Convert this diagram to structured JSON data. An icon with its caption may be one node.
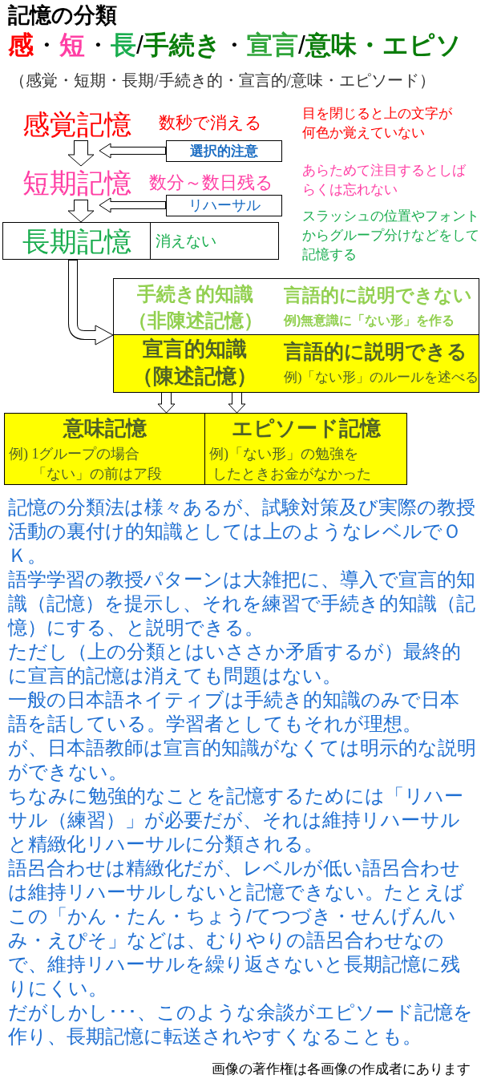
{
  "diagram": {
    "title": "記憶の分類",
    "nodes": [
      {
        "text": [
          "感覚記憶"
        ]
      },
      {
        "text": [
          "選択的注意"
        ]
      },
      {
        "text": [
          "短期記憶"
        ]
      },
      {
        "text": [
          "リハーサル"
        ]
      },
      {
        "text": [
          "長期記憶",
          "消えない"
        ]
      },
      {
        "text": [],
        "shape": "box"
      },
      {
        "text": [
          "手続き的知識（非陳述記憶）",
          "言語的に説明できない",
          "例)無意識に「ない形」を作る"
        ],
        "in": 5
      },
      {
        "text": [
          "宣言的知識（陳述記憶）",
          "言語的に説明できる",
          "例)「ない形」のルールを述べる"
        ],
        "in": 5
      },
      {
        "text": [
          "意味記憶",
          "例) 1グループの場合「ない」の前はア段"
        ]
      },
      {
        "text": [
          "エピソード記憶",
          "例)「ない形」の勉強をしたときお金がなかった"
        ]
      }
    ],
    "edges": [
      {
        "from": 0,
        "to": 2,
        "arrow": "to"
      },
      {
        "from": 1,
        "to": 2,
        "arrow": "to"
      },
      {
        "from": 2,
        "to": 4,
        "arrow": "to"
      },
      {
        "from": 3,
        "to": 2,
        "arrow": "to"
      },
      {
        "from": 4,
        "to": 5,
        "arrow": "to"
      },
      {
        "from": 7,
        "to": 8,
        "arrow": "to"
      },
      {
        "from": 7,
        "to": 9,
        "arrow": "to"
      }
    ],
    "labels": [
      "感",
      "・",
      "短",
      "・",
      "長",
      "/",
      "手続き",
      "・",
      "宣言",
      "/",
      "意味・エピソ",
      "（感覚・短期・長期/手続き的・宣言的/意味・エピソード）",
      "数秒で消える",
      "目を閉じると上の文字が何色か覚えていない",
      "数分～数日残る",
      "あらためて注目するとしばらくは忘れない",
      "スラッシュの位置やフォントからグループ分けなどをして記憶する",
      "記憶の分類法は様々あるが、試験対策及び実際の教授活動の裏付け的知識としては上のようなレベルでＯＫ。",
      "語学学習の教授パターンは大雑把に、導入で宣言的知識（記憶）を提示し、それを練習で手続き的知識（記憶）にする、と説明できる。",
      "ただし（上の分類とはいささか矛盾するが）最終的に宣言的記憶は消えても問題はない。",
      "一般の日本語ネイティブは手続き的知識のみで日本語を話している。学習者としてもそれが理想。",
      "が、日本語教師は宣言的知識がなくては明示的な説明ができない。",
      "ちなみに勉強的なことを記憶するためには「リハーサル（練習）」が必要だが、それは維持リハーサルと精緻化リハーサルに分類される。",
      "語呂合わせは精緻化だが、レベルが低い語呂合わせは維持リハーサルしないと記憶できない。たとえばこの「かん・たん・ちょう/てつづき・せんげん/いみ・えぴそ」などは、むりやりの語呂合わせなので、維持リハーサルを繰り返さないと長期記憶に残りにくい。",
      "だがしかし･･･、このような余談がエピソード記憶を作り、長期記憶に転送されやすくなることも。",
      "画像の著作権は各画像の作成者にあります"
    ]
  }
}
